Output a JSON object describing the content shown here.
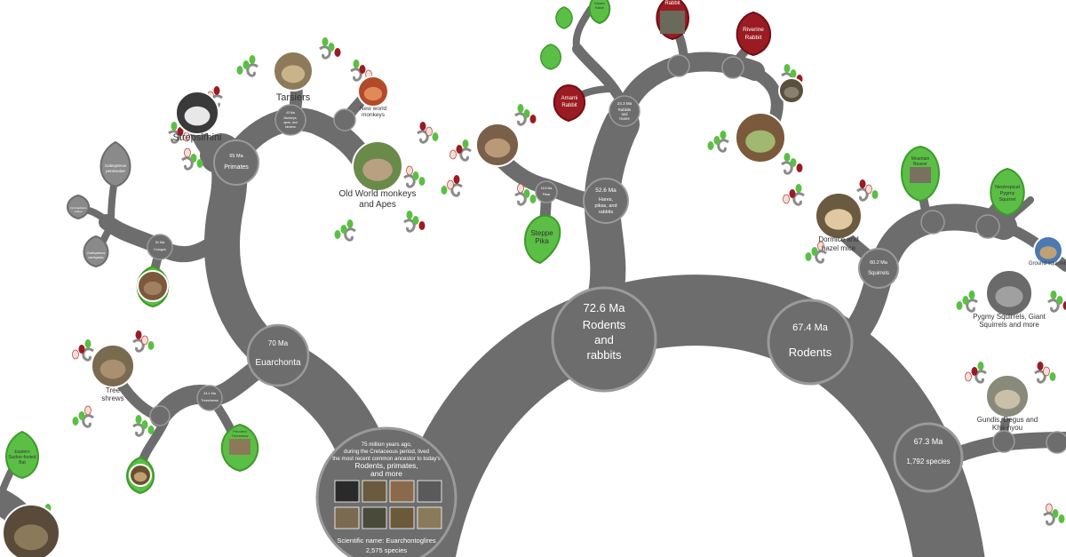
{
  "colors": {
    "branch": "#6d6d6d",
    "node_ring": "#9a9a9a",
    "leaf_green": "#5bbf45",
    "leaf_red": "#9b1b22",
    "leaf_gray": "#8a8a8a",
    "leaf_pink": "#f4ded9"
  },
  "root": {
    "intro": "75 million years ago, during the Cretaceous period, lived the most recent common ancestor to today's",
    "title": "Rodents, primates, and more",
    "scientific": "Scientific name: Euarchontoglires",
    "species": "2,575 species"
  },
  "nodes": {
    "rodents_rabbits": {
      "age": "72.6 Ma",
      "label": "Rodents and rabbits"
    },
    "rodents": {
      "age": "67.4 Ma",
      "label": "Rodents"
    },
    "rodents2": {
      "age": "67.3 Ma",
      "label": "1,792 species"
    },
    "euarchonta": {
      "age": "70 Ma",
      "label": "Euarchonta"
    },
    "primates": {
      "age": "65 Ma",
      "label": "Primates"
    },
    "hares": {
      "age": "52.6 Ma",
      "label": "Hares, pikas, and rabbits"
    },
    "rabbits": {
      "age": "24.3 Ma",
      "label": "Rabbits and Hares"
    },
    "squirrels": {
      "age": "60.2 Ma",
      "label": "Squirrels"
    },
    "treeshrews": {
      "age": "24.1 Ma",
      "label": "Treeshrews"
    },
    "colugos": {
      "age": "51 Ma",
      "label": "Colugos"
    },
    "pikas": {
      "age": "16.5 Ma",
      "label": "Pikas"
    },
    "monkeys": {
      "age": "43 Ma",
      "label": "Monkeys, apes, and tarsiers"
    }
  },
  "labels": {
    "strepsirhini": "Strepsirhini",
    "tarsiers": "Tarsiers",
    "new_world": "New world monkeys",
    "old_world": "Old World monkeys and Apes",
    "tree_shrews": "Tree shrews",
    "steppe_pika": "Steppe Pika",
    "amami": "Amami Rabbit",
    "riverine": "Riverine Rabbit",
    "rabbit_top": "Rabbit",
    "volcano_rabbit": "Volcano Rabbit",
    "dormice": "Dormice and hazel mice",
    "mountain_beaver": "Mountain Beaver",
    "pygmy_squirrel": "Neotropical Pygmy Squirrel",
    "pygmy_giant": "Pygmy Squirrels, Giant Squirrels and more",
    "ground_squirrels": "Ground squirrels",
    "gundis": "Gundis, Degus and Kha-nyou",
    "eastern_bat": "Eastern Sucker-footed Bat",
    "penciled": "Penciled Treeshrew",
    "galeopterus": "Galeopterus peninsulae",
    "galeopterus2": "Galeopterus variegatus",
    "cynocephalus": "Cynocephalus volans"
  }
}
